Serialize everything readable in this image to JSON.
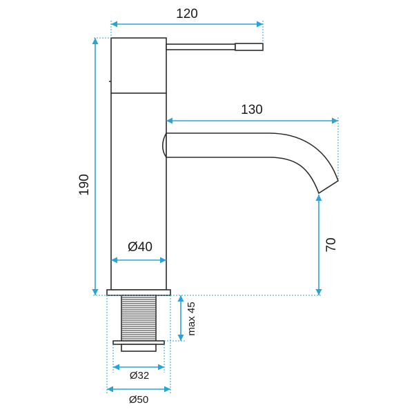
{
  "dimensions": {
    "lever_reach": "120",
    "spout_reach": "130",
    "total_height": "190",
    "spout_height": "70",
    "body_diameter": "Ø40",
    "max_deck_thickness": "max 45",
    "thread_diameter": "Ø32",
    "base_diameter": "Ø50"
  },
  "colors": {
    "dimension_line": "#2aa3d6",
    "outline": "#2b2b2b"
  }
}
